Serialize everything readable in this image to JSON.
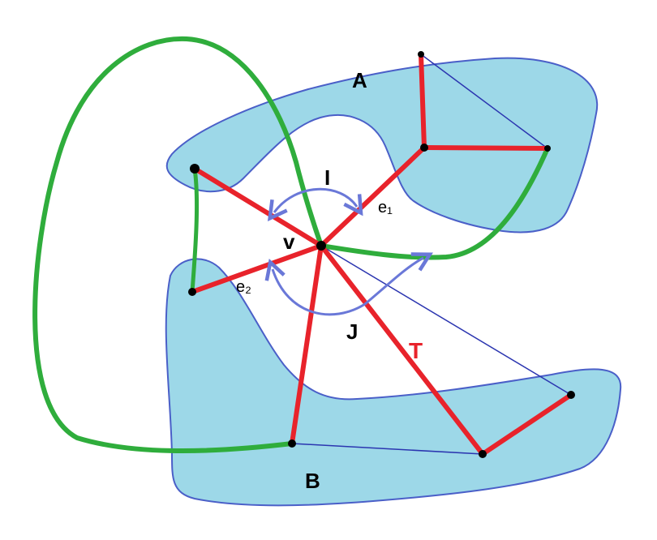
{
  "labels": {
    "A": "A",
    "B": "B",
    "I": "I",
    "J": "J",
    "v": "v",
    "e1": "e₁",
    "e2": "e₂",
    "T": "T"
  },
  "colors": {
    "region_fill": "#9dd8e8",
    "region_stroke": "#4a5fc8",
    "tree_edge": "#e8232b",
    "green_curve": "#2fad3c",
    "arc": "#6a78d8",
    "thin_edge": "#2b35b0",
    "vertex": "#000000",
    "T_label": "#e8232b"
  }
}
